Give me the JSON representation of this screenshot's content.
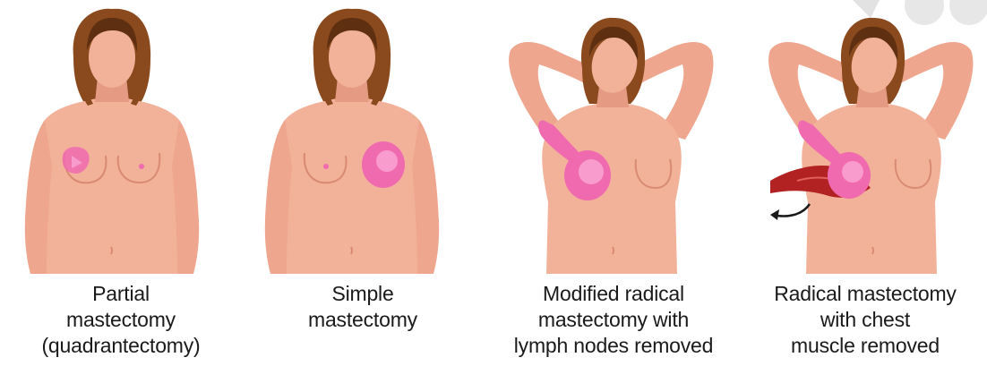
{
  "colors": {
    "skin": "#f2b29a",
    "skin_shadow": "#e59a83",
    "hair": "#8a4a1d",
    "hair_dark": "#5e2f10",
    "removed_tissue": "#f06ab0",
    "removed_tissue_light": "#f79ccd",
    "muscle": "#b22222",
    "arrow": "#1a1a1a"
  },
  "panels": [
    {
      "caption": [
        "Partial",
        "mastectomy",
        "(quadrantectomy)"
      ]
    },
    {
      "caption": [
        "Simple",
        "mastectomy"
      ]
    },
    {
      "caption": [
        "Modified radical",
        "mastectomy with",
        "lymph nodes removed"
      ]
    },
    {
      "caption": [
        "Radical mastectomy",
        "with chest",
        "muscle removed"
      ]
    }
  ]
}
